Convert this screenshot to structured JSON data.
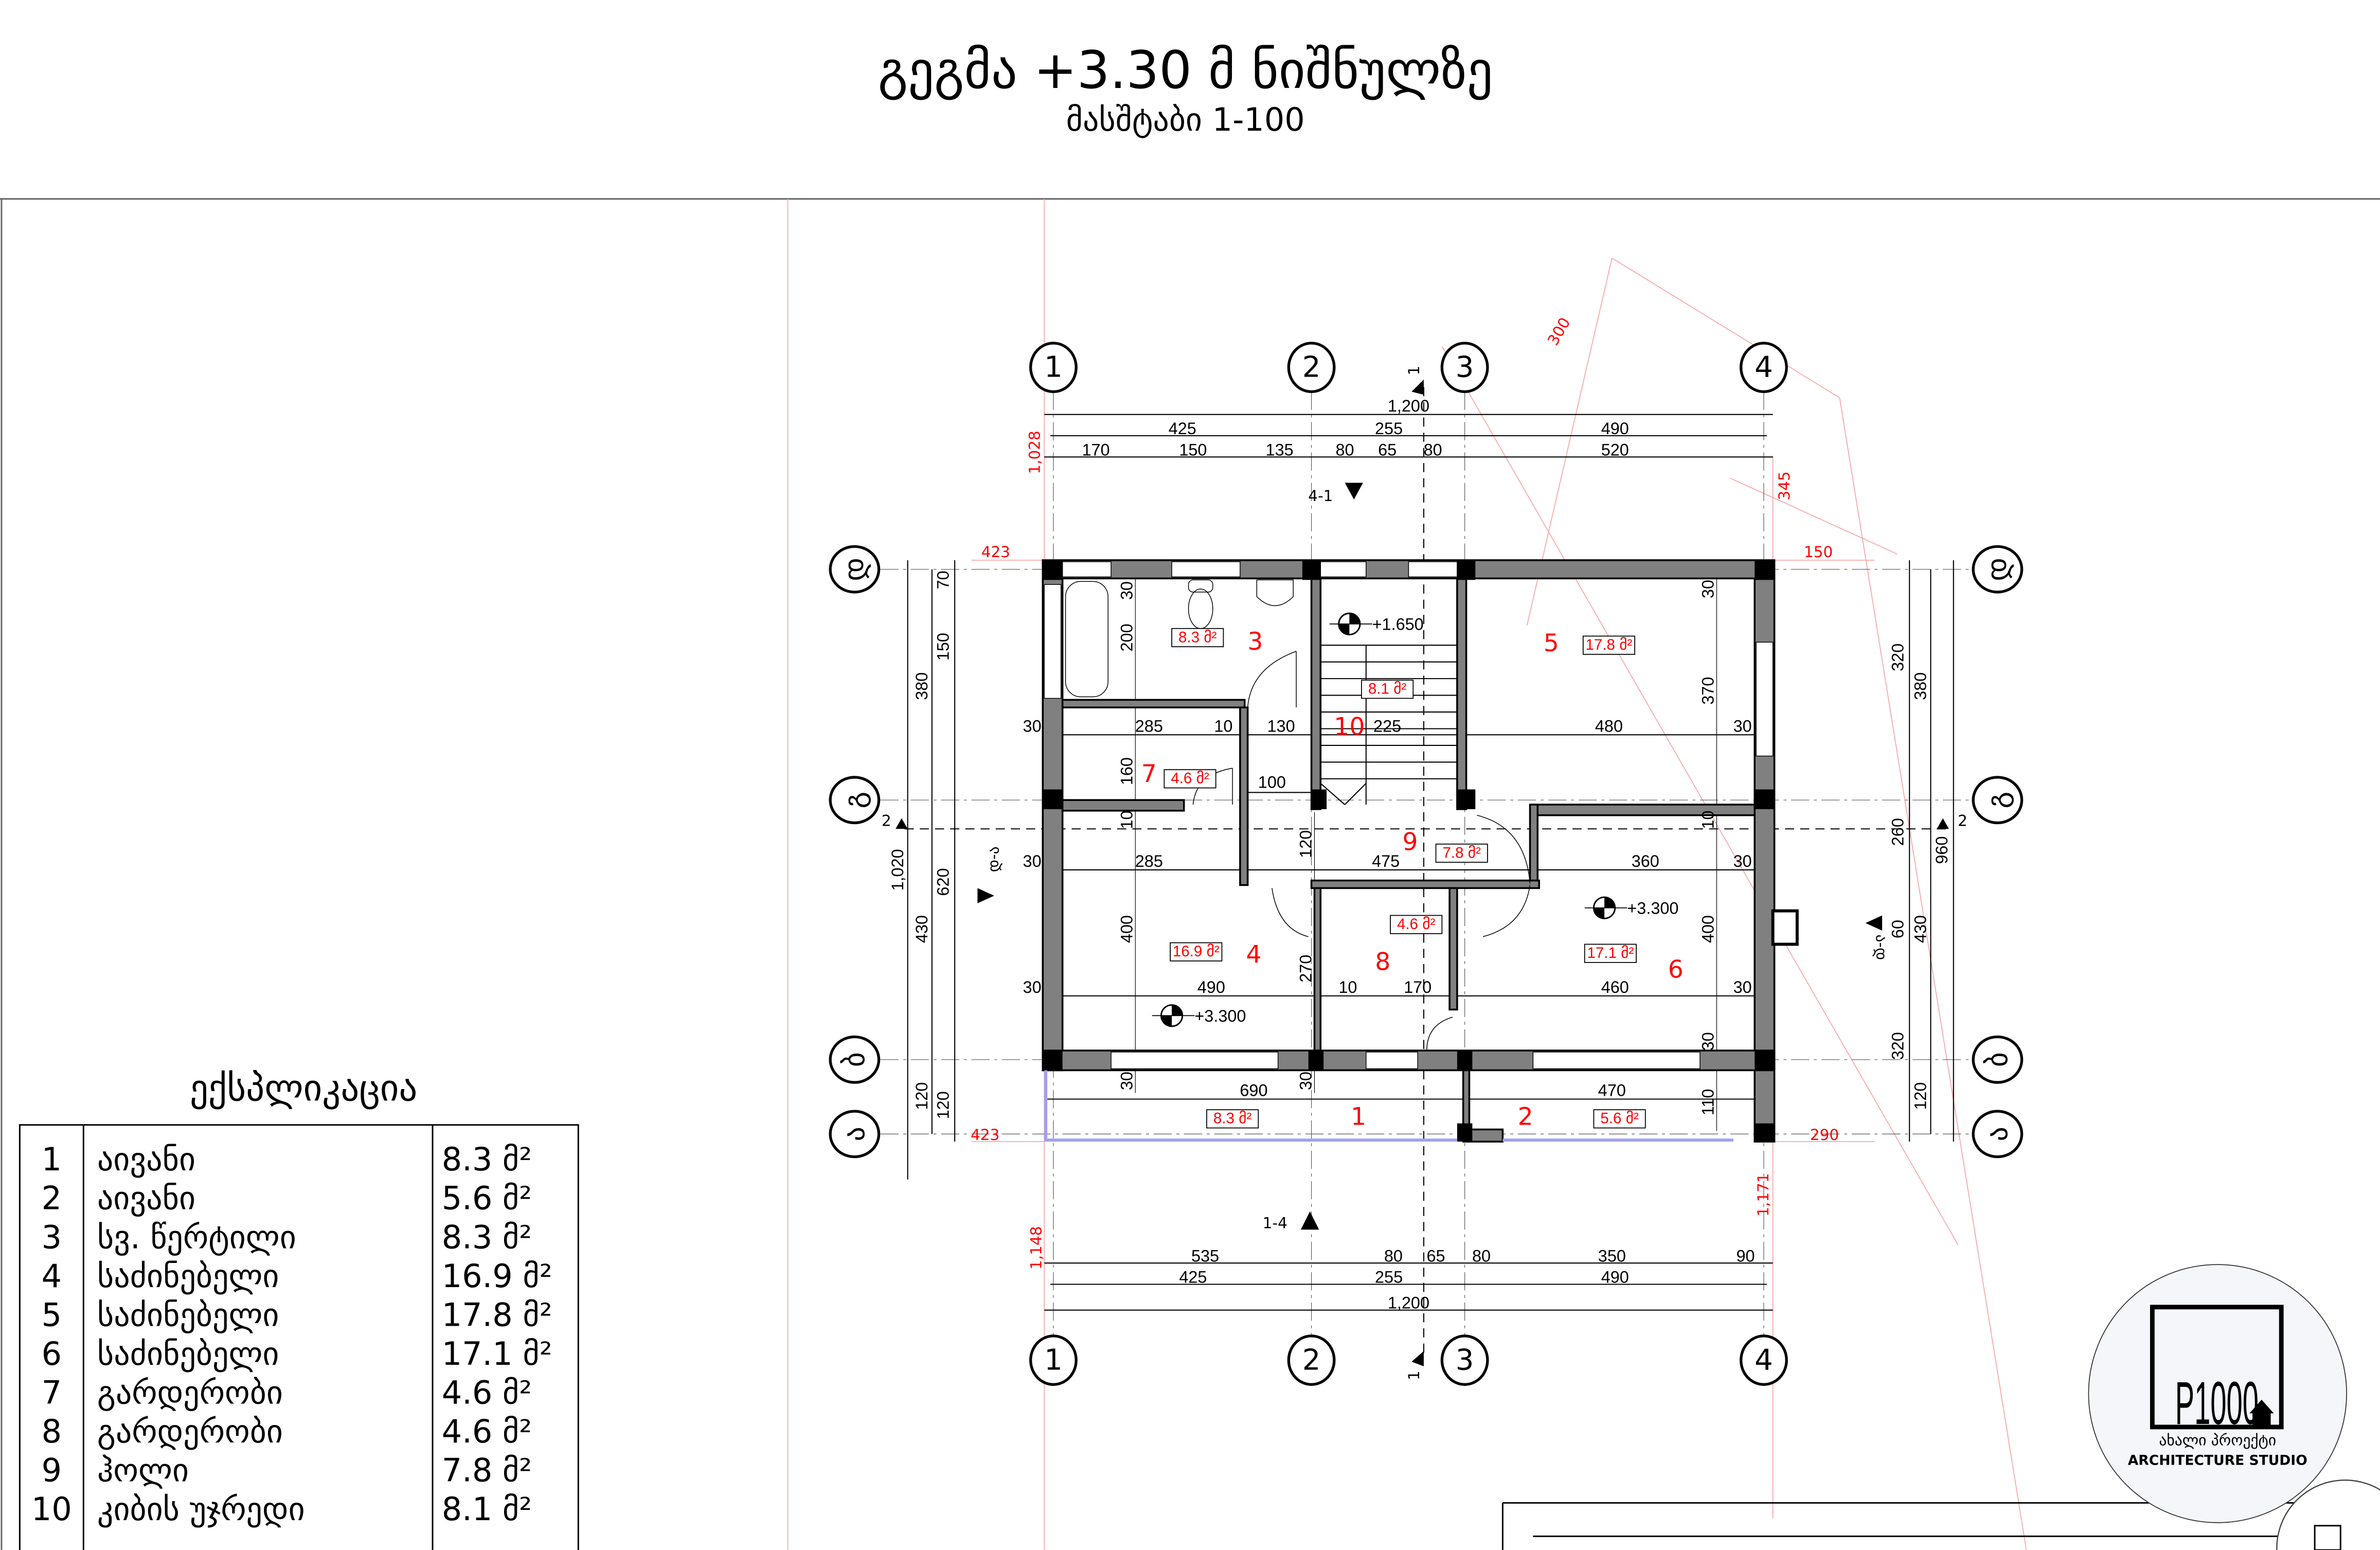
{
  "title": "გეგმა +3.30 მ ნიშნულზე",
  "subtitle": "მასშტაბი  1-100",
  "legend": {
    "title": "ექსპლიკაცია",
    "rows": [
      {
        "no": "1",
        "name": "აივანი",
        "area": "8.3 მ²"
      },
      {
        "no": "2",
        "name": "აივანი",
        "area": "5.6 მ²"
      },
      {
        "no": "3",
        "name": "სვ. წერტილი",
        "area": "8.3 მ²"
      },
      {
        "no": "4",
        "name": "საძინებელი",
        "area": "16.9 მ²"
      },
      {
        "no": "5",
        "name": "საძინებელი",
        "area": "17.8 მ²"
      },
      {
        "no": "6",
        "name": "საძინებელი",
        "area": "17.1 მ²"
      },
      {
        "no": "7",
        "name": "გარდერობი",
        "area": "4.6 მ²"
      },
      {
        "no": "8",
        "name": "გარდერობი",
        "area": "4.6 მ²"
      },
      {
        "no": "9",
        "name": "ჰოლი",
        "area": "7.8 მ²"
      },
      {
        "no": "10",
        "name": "კიბის უჯრედი",
        "area": "8.1 მ²"
      }
    ]
  },
  "axes": {
    "columns": [
      "1",
      "2",
      "3",
      "4"
    ],
    "rows": [
      "დ",
      "გ",
      "ბ",
      "ა"
    ]
  },
  "dims": {
    "top_total": "1,200",
    "top_axes": [
      "425",
      "255",
      "490"
    ],
    "top_detail": [
      "170",
      "150",
      "135",
      "80",
      "65",
      "80",
      "520"
    ],
    "bottom_detail": [
      "535",
      "80",
      "65",
      "80",
      "350",
      "90"
    ],
    "bottom_axes": [
      "425",
      "255",
      "490"
    ],
    "bottom_total": "1,200",
    "left_total": "1,020",
    "left_axes": [
      "380",
      "430",
      "120"
    ],
    "left_detail": [
      "70",
      "150",
      "620",
      "120"
    ],
    "right_detail": [
      "320",
      "260",
      "60",
      "320"
    ],
    "right_axes": [
      "380",
      "430",
      "120"
    ],
    "right_total": "960",
    "row1": [
      "30",
      "285",
      "10",
      "130",
      "225",
      "480",
      "30"
    ],
    "row2": [
      "30",
      "285",
      "475",
      "360",
      "30"
    ],
    "row3": [
      "30",
      "490",
      "10",
      "170",
      "460",
      "30"
    ],
    "row4": [
      "690",
      "470"
    ],
    "corridor": "100",
    "vleft": [
      "30",
      "200",
      "160",
      "10",
      "400",
      "30"
    ],
    "vmid": [
      "120",
      "270",
      "30"
    ],
    "vright": [
      "30",
      "370",
      "10",
      "400",
      "30",
      "110"
    ]
  },
  "site_dims": [
    "1,028",
    "423",
    "423",
    "150",
    "290",
    "345",
    "300",
    "1,148",
    "1,171"
  ],
  "rooms": [
    {
      "no": "1",
      "area": "8.3 მ²"
    },
    {
      "no": "2",
      "area": "5.6 მ²"
    },
    {
      "no": "3",
      "area": "8.3 მ²"
    },
    {
      "no": "4",
      "area": "16.9 მ²"
    },
    {
      "no": "5",
      "area": "17.8 მ²"
    },
    {
      "no": "6",
      "area": "17.1 მ²"
    },
    {
      "no": "7",
      "area": "4.6 მ²"
    },
    {
      "no": "8",
      "area": "4.6 მ²"
    },
    {
      "no": "9",
      "area": "7.8 მ²"
    },
    {
      "no": "10",
      "area": "8.1 მ²"
    }
  ],
  "levels": [
    "+1.650",
    "+3.300",
    "+3.300"
  ],
  "sections": {
    "top": "4-1",
    "bottom": "1-4",
    "left": "დ-ა",
    "right": "ა-დ",
    "cut1": "1",
    "cut2": "2"
  },
  "logo": {
    "mark": "P1000",
    "georgian": "ახალი პროექტი",
    "english": "ARCHITECTURE STUDIO"
  },
  "colors": {
    "walls": "#808080",
    "site": "#ff0000",
    "balcony_rail": "#9f9ff5"
  }
}
